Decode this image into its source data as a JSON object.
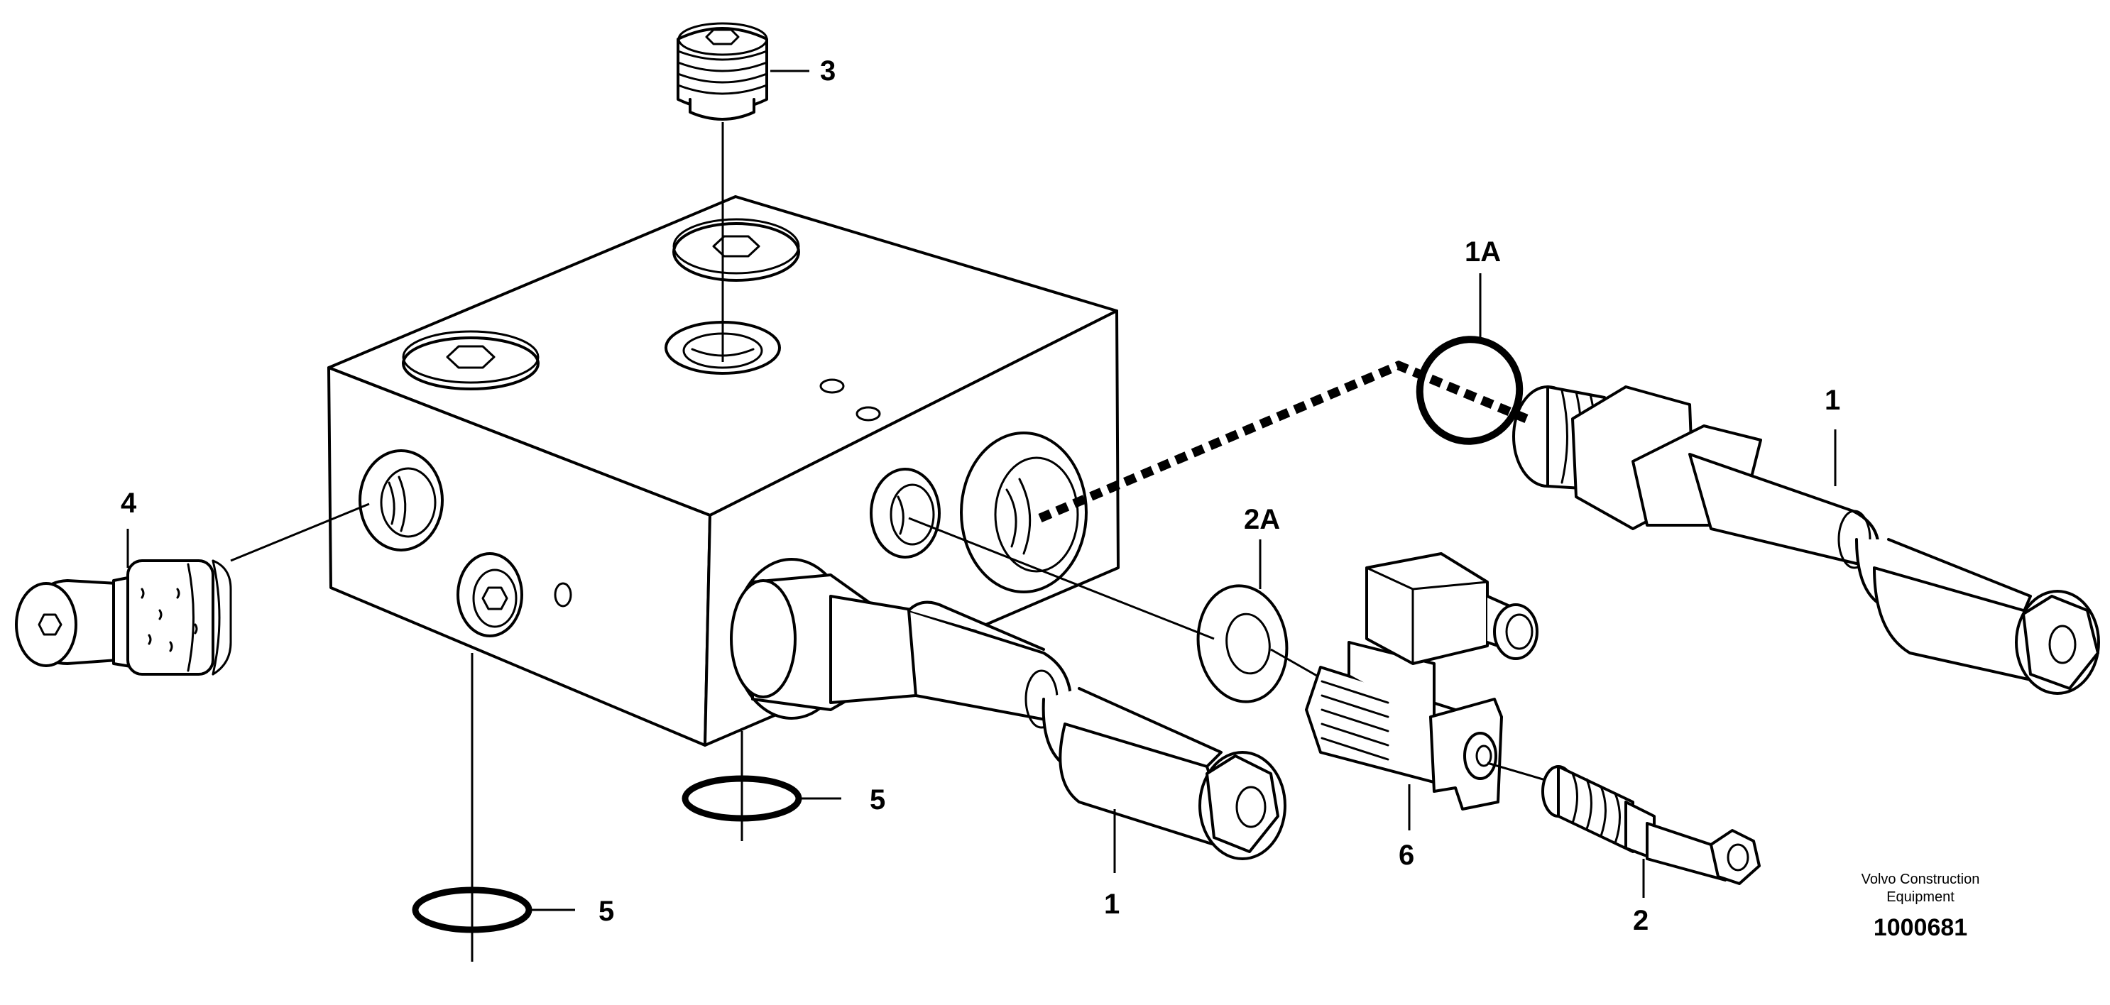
{
  "callouts": {
    "p1_left": "1",
    "p1_right": "1",
    "p1a": "1A",
    "p2": "2",
    "p2a": "2A",
    "p3": "3",
    "p4": "4",
    "p5_upper": "5",
    "p5_lower": "5",
    "p6": "6"
  },
  "credit": {
    "line1": "Volvo Construction",
    "line2": "Equipment"
  },
  "part_number": "1000681"
}
